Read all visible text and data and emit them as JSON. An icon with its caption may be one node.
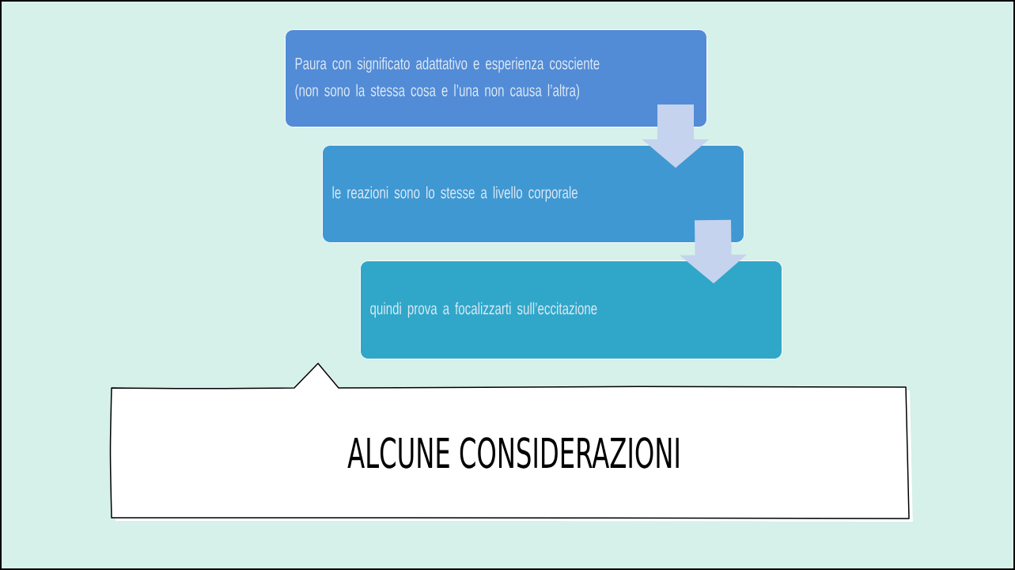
{
  "diagram": {
    "title": "ALCUNE CONSIDERAZIONI",
    "nodes": [
      {
        "text": [
          "Paura con significato adattativo e esperienza cosciente",
          "(non sono la stessa cosa e l’una non causa l’altra)"
        ]
      },
      {
        "text": [
          "le reazioni sono lo stesse a livello corporale"
        ]
      },
      {
        "text": [
          "quindi prova a focalizzarti sull’eccitazione"
        ]
      }
    ],
    "edges": [
      {
        "from": 0,
        "to": 1,
        "arrow": "to"
      },
      {
        "from": 1,
        "to": 2,
        "arrow": "to"
      }
    ]
  }
}
